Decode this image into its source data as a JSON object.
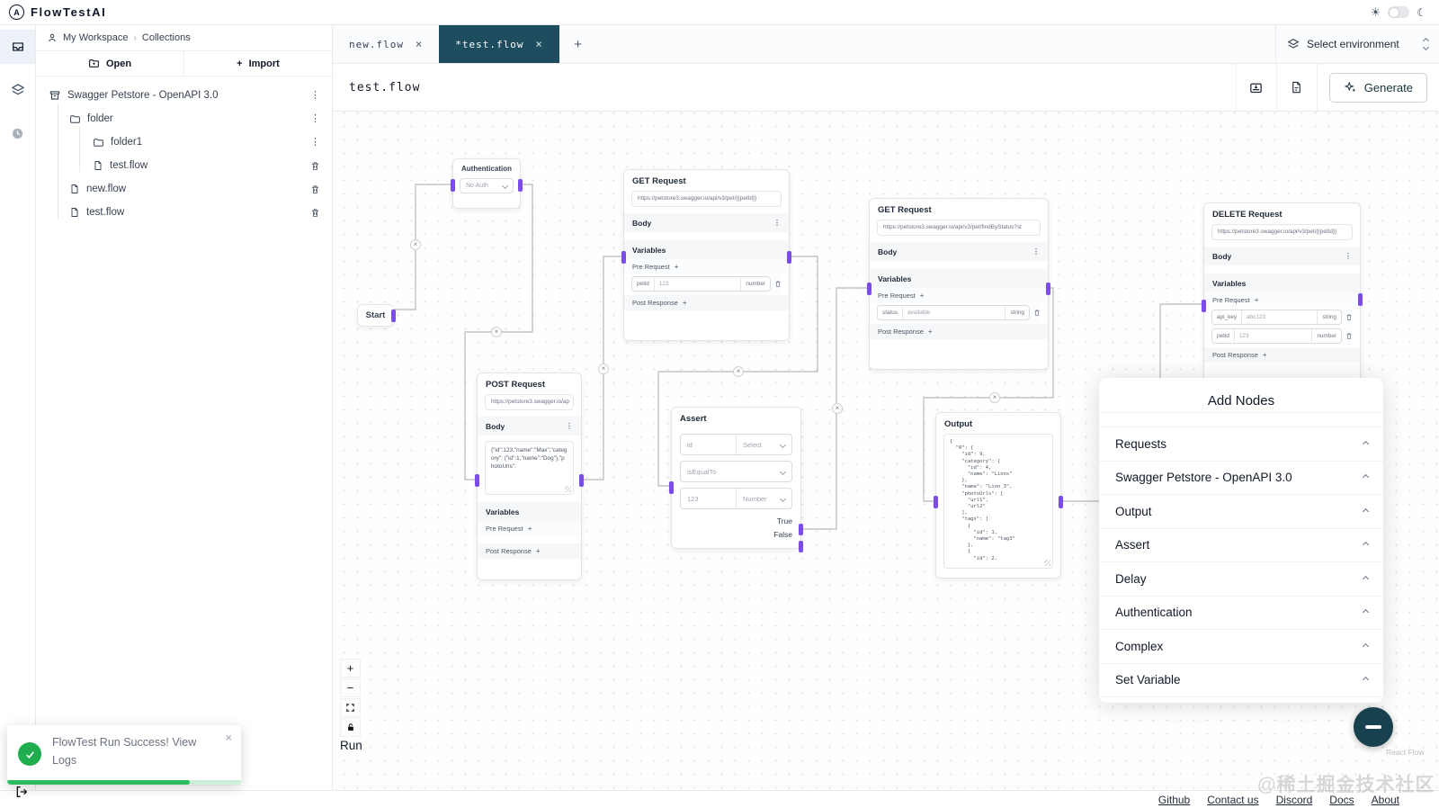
{
  "topbar": {
    "logo": "FlowTestAI"
  },
  "icons": {
    "kebab": "⋮",
    "close": "×",
    "plus": "+",
    "sun": "☀",
    "moon": "☾",
    "zoom_in": "+",
    "zoom_out": "−"
  },
  "sidebar": {
    "breadcrumb": {
      "workspace": "My Workspace",
      "section": "Collections"
    },
    "actions": {
      "open": "Open",
      "import": "Import"
    },
    "tree": [
      {
        "label": "Swagger Petstore - OpenAPI 3.0"
      },
      {
        "label": "folder"
      },
      {
        "label": "folder1"
      },
      {
        "label": "test.flow"
      },
      {
        "label": "new.flow"
      },
      {
        "label": "test.flow"
      }
    ]
  },
  "tabs": {
    "tab1": "new.flow",
    "tab2": "*test.flow"
  },
  "header": {
    "title": "test.flow",
    "environment": "Select environment",
    "generate": "Generate"
  },
  "labels": {
    "body": "Body",
    "variables": "Variables",
    "pre_request": "Pre Request",
    "post_response": "Post Response"
  },
  "nodes": {
    "start": {
      "label": "Start"
    },
    "auth": {
      "title": "Authentication",
      "value": "No Auth"
    },
    "get1": {
      "title": "GET Request",
      "url": "https://petstore3.swagger.io/api/v3/pet/{{petId}}",
      "vars": [
        {
          "key": "petid",
          "value": "123",
          "type": "number"
        }
      ]
    },
    "post": {
      "title": "POST Request",
      "url": "https://petstore3.swagger.io/ap",
      "body": "{\"id\":123,\"name\":\"Max\",\"category\": {\"id\":1,\"name\":\"Dog\"},\"photoUrls\":"
    },
    "assert": {
      "title": "Assert",
      "left_value": "id",
      "left_select": "Select",
      "operator": "isEqualTo",
      "right_value": "123",
      "right_type": "Number",
      "true_label": "True",
      "false_label": "False"
    },
    "get2": {
      "title": "GET Request",
      "url": "https://petstore3.swagger.io/api/v3/pet/findByStatus?st",
      "vars": [
        {
          "key": "status",
          "value": "available",
          "type": "string"
        }
      ]
    },
    "output": {
      "title": "Output",
      "json": "{\n  \"0\": {\n    \"id\": 9,\n    \"category\": {\n      \"id\": 4,\n      \"name\": \"Lions\"\n    },\n    \"name\": \"Lion 3\",\n    \"photoUrls\": [\n      \"url1\",\n      \"url2\"\n    ],\n    \"tags\": [\n      {\n        \"id\": 1,\n        \"name\": \"tag3\"\n      },\n      {\n        \"id\": 2,"
    },
    "delete": {
      "title": "DELETE Request",
      "url": "https://petstore3.swagger.io/api/v3/pet/{{petId}}",
      "vars": [
        {
          "key": "api_key",
          "value": "abc123",
          "type": "string"
        },
        {
          "key": "petid",
          "value": "123",
          "type": "number"
        }
      ]
    }
  },
  "add_nodes": {
    "title": "Add Nodes",
    "items": [
      "Requests",
      "Swagger Petstore - OpenAPI 3.0",
      "Output",
      "Assert",
      "Delay",
      "Authentication",
      "Complex",
      "Set Variable"
    ]
  },
  "controls": {
    "run": "Run"
  },
  "toast": {
    "message": "FlowTest Run Success! View Logs"
  },
  "footer": {
    "links": [
      "Github",
      "Contact us",
      "Discord",
      "Docs",
      "About"
    ],
    "attribution": "React Flow",
    "watermark": "@稀土掘金技术社区"
  }
}
